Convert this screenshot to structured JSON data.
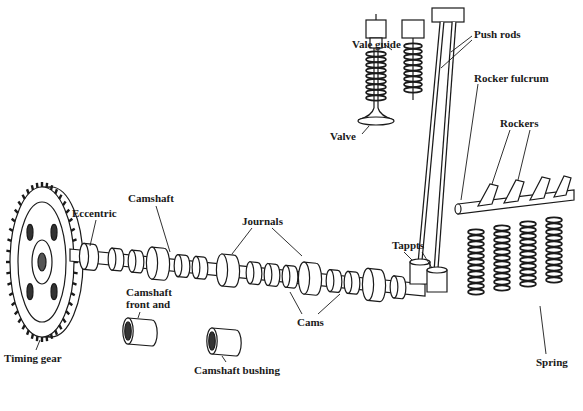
{
  "diagram": {
    "labels": [
      "Vale guide",
      "Push rods",
      "Rocker fulcrum",
      "Valve",
      "Rockers",
      "Eccentric",
      "Camshaft",
      "Journals",
      "Tappts",
      "Camshaft front and",
      "Cams",
      "Camshaft bushing",
      "Timing gear",
      "Spring"
    ]
  }
}
